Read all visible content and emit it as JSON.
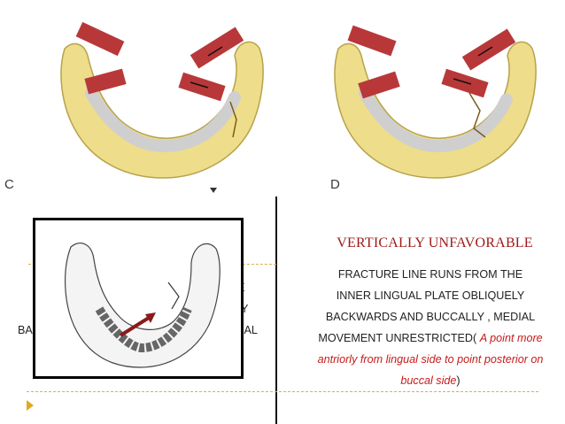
{
  "panels": {
    "left_label": "C",
    "right_label": "D"
  },
  "heading": "VERTICALLY UNFAVORABLE",
  "body": {
    "line1": "FRACTURE LINE RUNS FROM THE",
    "line2": "INNER LINGUAL PLATE OBLIQUELY",
    "line3": "BACKWARDS AND BUCCALLY , MEDIAL",
    "line4_a": "MOVEMENT UNRESTRICTED( ",
    "line4_b": "A point more",
    "line5": "antriorly from lingual side to point posterior on",
    "line6_a": "buccal side",
    "line6_b": ")"
  },
  "occluded_text": {
    "frag1": "E",
    "frag2": "Y",
    "frag3_left": "BA",
    "frag3_right": "IAL"
  },
  "colors": {
    "heading": "#a01818",
    "emphasis": "#c81a1a",
    "accent": "#e0a91e",
    "bone": "#eedd8a",
    "muscle": "#b8383a"
  }
}
